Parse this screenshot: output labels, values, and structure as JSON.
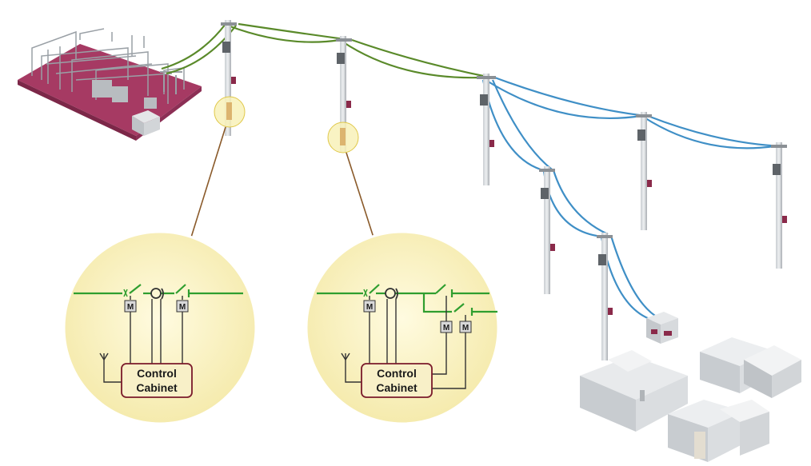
{
  "detail_left": {
    "cabinet_line1": "Control",
    "cabinet_line2": "Cabinet",
    "motor_labels": [
      "M",
      "M"
    ]
  },
  "detail_right": {
    "cabinet_line1": "Control",
    "cabinet_line2": "Cabinet",
    "motor_labels": [
      "M",
      "M",
      "M"
    ]
  },
  "colors": {
    "medium_voltage_line": "#5a8a2a",
    "low_voltage_line": "#3f8fc6",
    "substation_base": "#a63a63",
    "highlight_circle": "#f8f1b8",
    "callout_line": "#8a5a2a",
    "schematic_line": "#2f9e2f",
    "cabinet_fill": "#f8f0c8",
    "cabinet_border": "#7a1a2a"
  }
}
